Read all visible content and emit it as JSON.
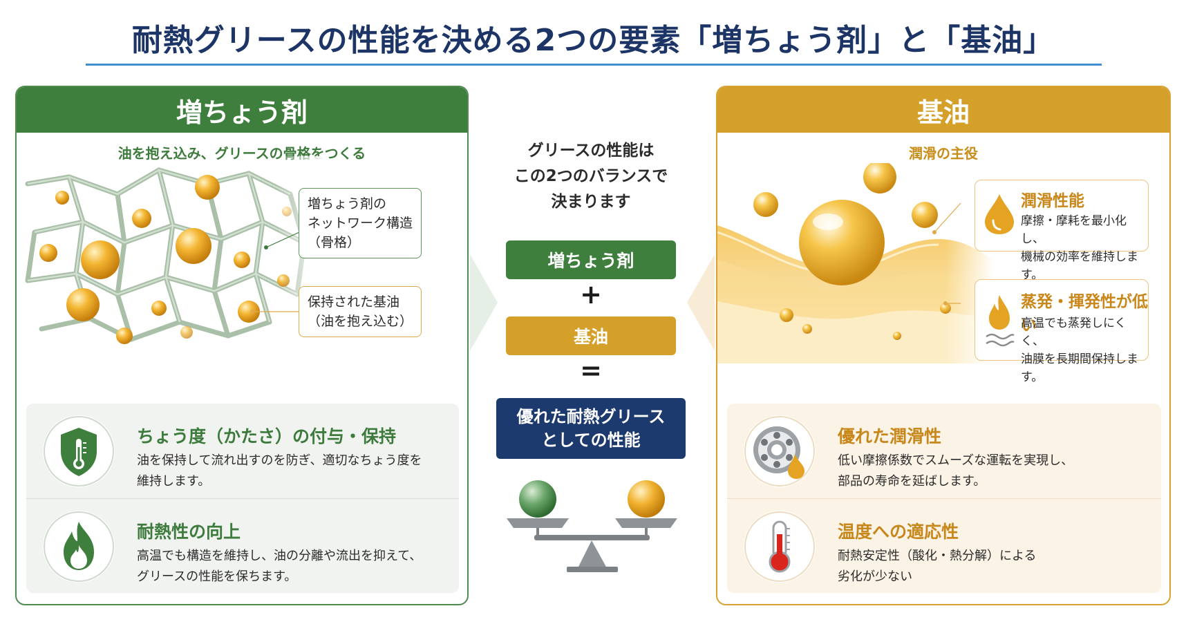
{
  "title": "耐熱グリースの性能を決める2つの要素「増ちょう剤」と「基油」",
  "left": {
    "header": "増ちょう剤",
    "subtitle": "油を抱え込み、グリースの骨格をつくる",
    "callout_network": [
      "増ちょう剤の",
      "ネットワーク構造",
      "（骨格）"
    ],
    "callout_oil": [
      "保持された基油",
      "（油を抱え込む）"
    ],
    "features": [
      {
        "title": "ちょう度（かたさ）の付与・保持",
        "text": [
          "油を保持して流れ出すのを防ぎ、適切なちょう度を",
          "維持します。"
        ],
        "icon": "shield-thermometer-icon"
      },
      {
        "title": "耐熱性の向上",
        "text": [
          "高温でも構造を維持し、油の分離や流出を抑えて、",
          "グリースの性能を保ちます。"
        ],
        "icon": "flame-icon"
      }
    ]
  },
  "center": {
    "question": [
      "グリースの性能は",
      "この2つのバランスで",
      "決まります"
    ],
    "pill_thickener": "増ちょう剤",
    "plus": "+",
    "pill_base_oil": "基油",
    "equals": "=",
    "result": [
      "優れた耐熱グリース",
      "としての性能"
    ]
  },
  "right": {
    "header": "基油",
    "subtitle": "潤滑の主役",
    "callouts": [
      {
        "title": "潤滑性能",
        "text": [
          "摩擦・摩耗を最小化し、",
          "機械の効率を維持します。"
        ],
        "icon": "oil-drop-icon"
      },
      {
        "title": "蒸発・揮発性が低い",
        "text": [
          "高温でも蒸発しにくく、",
          "油膜を長期間保持します。"
        ],
        "icon": "flame-wave-icon"
      }
    ],
    "features": [
      {
        "title": "優れた潤滑性",
        "text": [
          "低い摩擦係数でスムーズな運転を実現し、",
          "部品の寿命を延ばします。"
        ],
        "icon": "bearing-oil-icon"
      },
      {
        "title": "温度への適応性",
        "text": [
          "耐熱安定性（酸化・熱分解）による",
          "劣化が少ない"
        ],
        "icon": "thermometer-icon"
      }
    ]
  },
  "colors": {
    "green": "#3f7f3e",
    "orange": "#d4a02a",
    "navy": "#1d3a6e",
    "title": "#1d3566"
  }
}
